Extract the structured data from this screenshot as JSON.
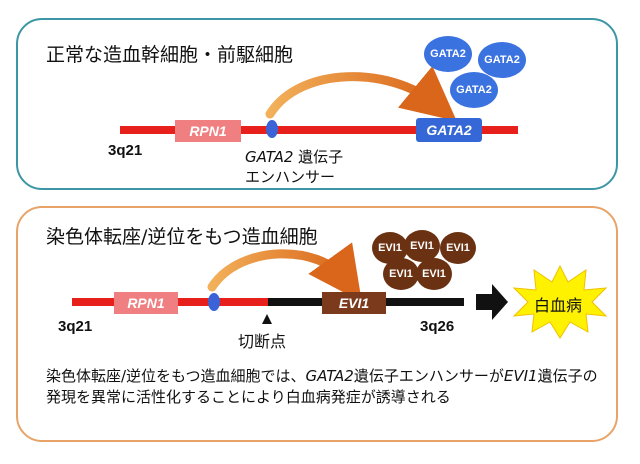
{
  "panel_normal": {
    "title": "正常な造血幹細胞・前駆細胞",
    "chromosome": "3q21",
    "rpn1": "RPN1",
    "gata2_gene": "GATA2",
    "gata2_protein": [
      "GATA2",
      "GATA2",
      "GATA2"
    ],
    "enhancer_label_italic": "GATA2",
    "enhancer_label_line1_rest": " 遺伝子",
    "enhancer_label_line2": "エンハンサー"
  },
  "panel_translocation": {
    "title": "染色体転座/逆位をもつ造血細胞",
    "chromosome_left": "3q21",
    "chromosome_right": "3q26",
    "rpn1": "RPN1",
    "evi1_gene": "EVI1",
    "evi1_protein": [
      "EVI1",
      "EVI1",
      "EVI1",
      "EVI1",
      "EVI1"
    ],
    "breakpoint_label": "切断点",
    "outcome": "白血病",
    "note": {
      "part1": "染色体転座/逆位をもつ造血細胞では、",
      "gene1": "GATA2",
      "part2": "遺伝子エンハンサーが",
      "gene2": "EVI1",
      "part3": "遺伝子の発現を異常に活性化することにより白血病発症が誘導される"
    }
  },
  "colors": {
    "chromosome_red": "#e8201c",
    "chromosome_black": "#111111",
    "enhancer_blue": "#3a63d8",
    "arrow_orange": "#e57d21",
    "leukemia_yellow": "#fff200"
  }
}
